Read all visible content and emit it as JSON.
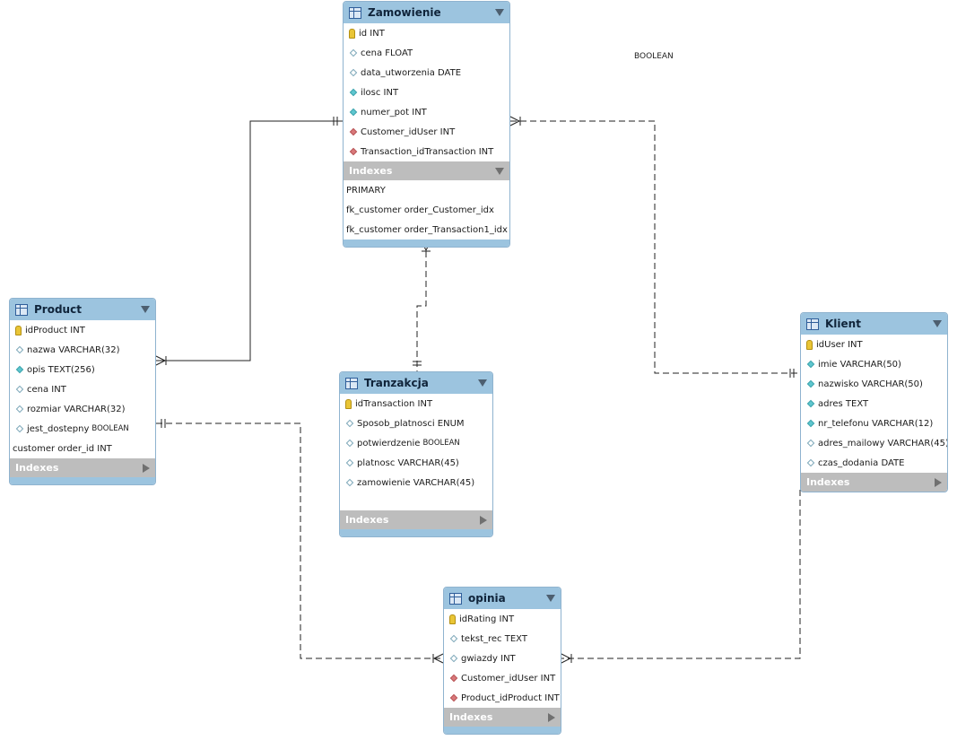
{
  "tables": {
    "zamowienie": {
      "title": "Zamowienie",
      "columns": [
        "id INT",
        "cena FLOAT",
        "data_utworzenia DATE",
        "ilosc INT",
        "numer_pot INT",
        "Customer_idUser INT",
        "Transaction_idTransaction INT"
      ],
      "indexes_label": "Indexes",
      "indexes": [
        "PRIMARY",
        "fk_customer order_Customer_idx",
        "fk_customer order_Transaction1_idx"
      ]
    },
    "product": {
      "title": "Product",
      "columns": [
        "idProduct INT",
        "nazwa VARCHAR(32)",
        "opis TEXT(256)",
        "cena INT",
        "rozmiar VARCHAR(32)",
        "jest_dostepny",
        "customer order_id INT"
      ],
      "column_suffix": "BOOLEAN",
      "indexes_label": "Indexes"
    },
    "tranzakcja": {
      "title": "Tranzakcja",
      "columns": [
        "idTransaction INT",
        "Sposob_platnosci ENUM",
        "potwierdzenie",
        "platnosc VARCHAR(45)",
        "zamowienie VARCHAR(45)"
      ],
      "column_suffix": "BOOLEAN",
      "indexes_label": "Indexes"
    },
    "klient": {
      "title": "Klient",
      "columns": [
        "idUser INT",
        "imie VARCHAR(50)",
        "nazwisko VARCHAR(50)",
        "adres TEXT",
        "nr_telefonu VARCHAR(12)",
        "adres_mailowy VARCHAR(45)",
        "czas_dodania DATE"
      ],
      "indexes_label": "Indexes"
    },
    "opinia": {
      "title": "opinia",
      "columns": [
        "idRating INT",
        "tekst_rec TEXT",
        "gwiazdy INT",
        "Customer_idUser INT",
        "Product_idProduct INT"
      ],
      "indexes_label": "Indexes"
    }
  },
  "floating_label": "BOOLEAN",
  "colors": {
    "header": "#9cc4df",
    "indexes_bar": "#bdbdbd",
    "line": "#222222",
    "primary_key": "#e9c536",
    "foreign_key": "#d9787a",
    "column_marker": "#5ec6cf"
  },
  "icons": {
    "table": "table-icon",
    "primary_key": "key-icon",
    "foreign_key": "red-diamond-icon",
    "column": "diamond-icon",
    "collapse": "triangle-down-icon",
    "expand": "triangle-right-icon"
  }
}
